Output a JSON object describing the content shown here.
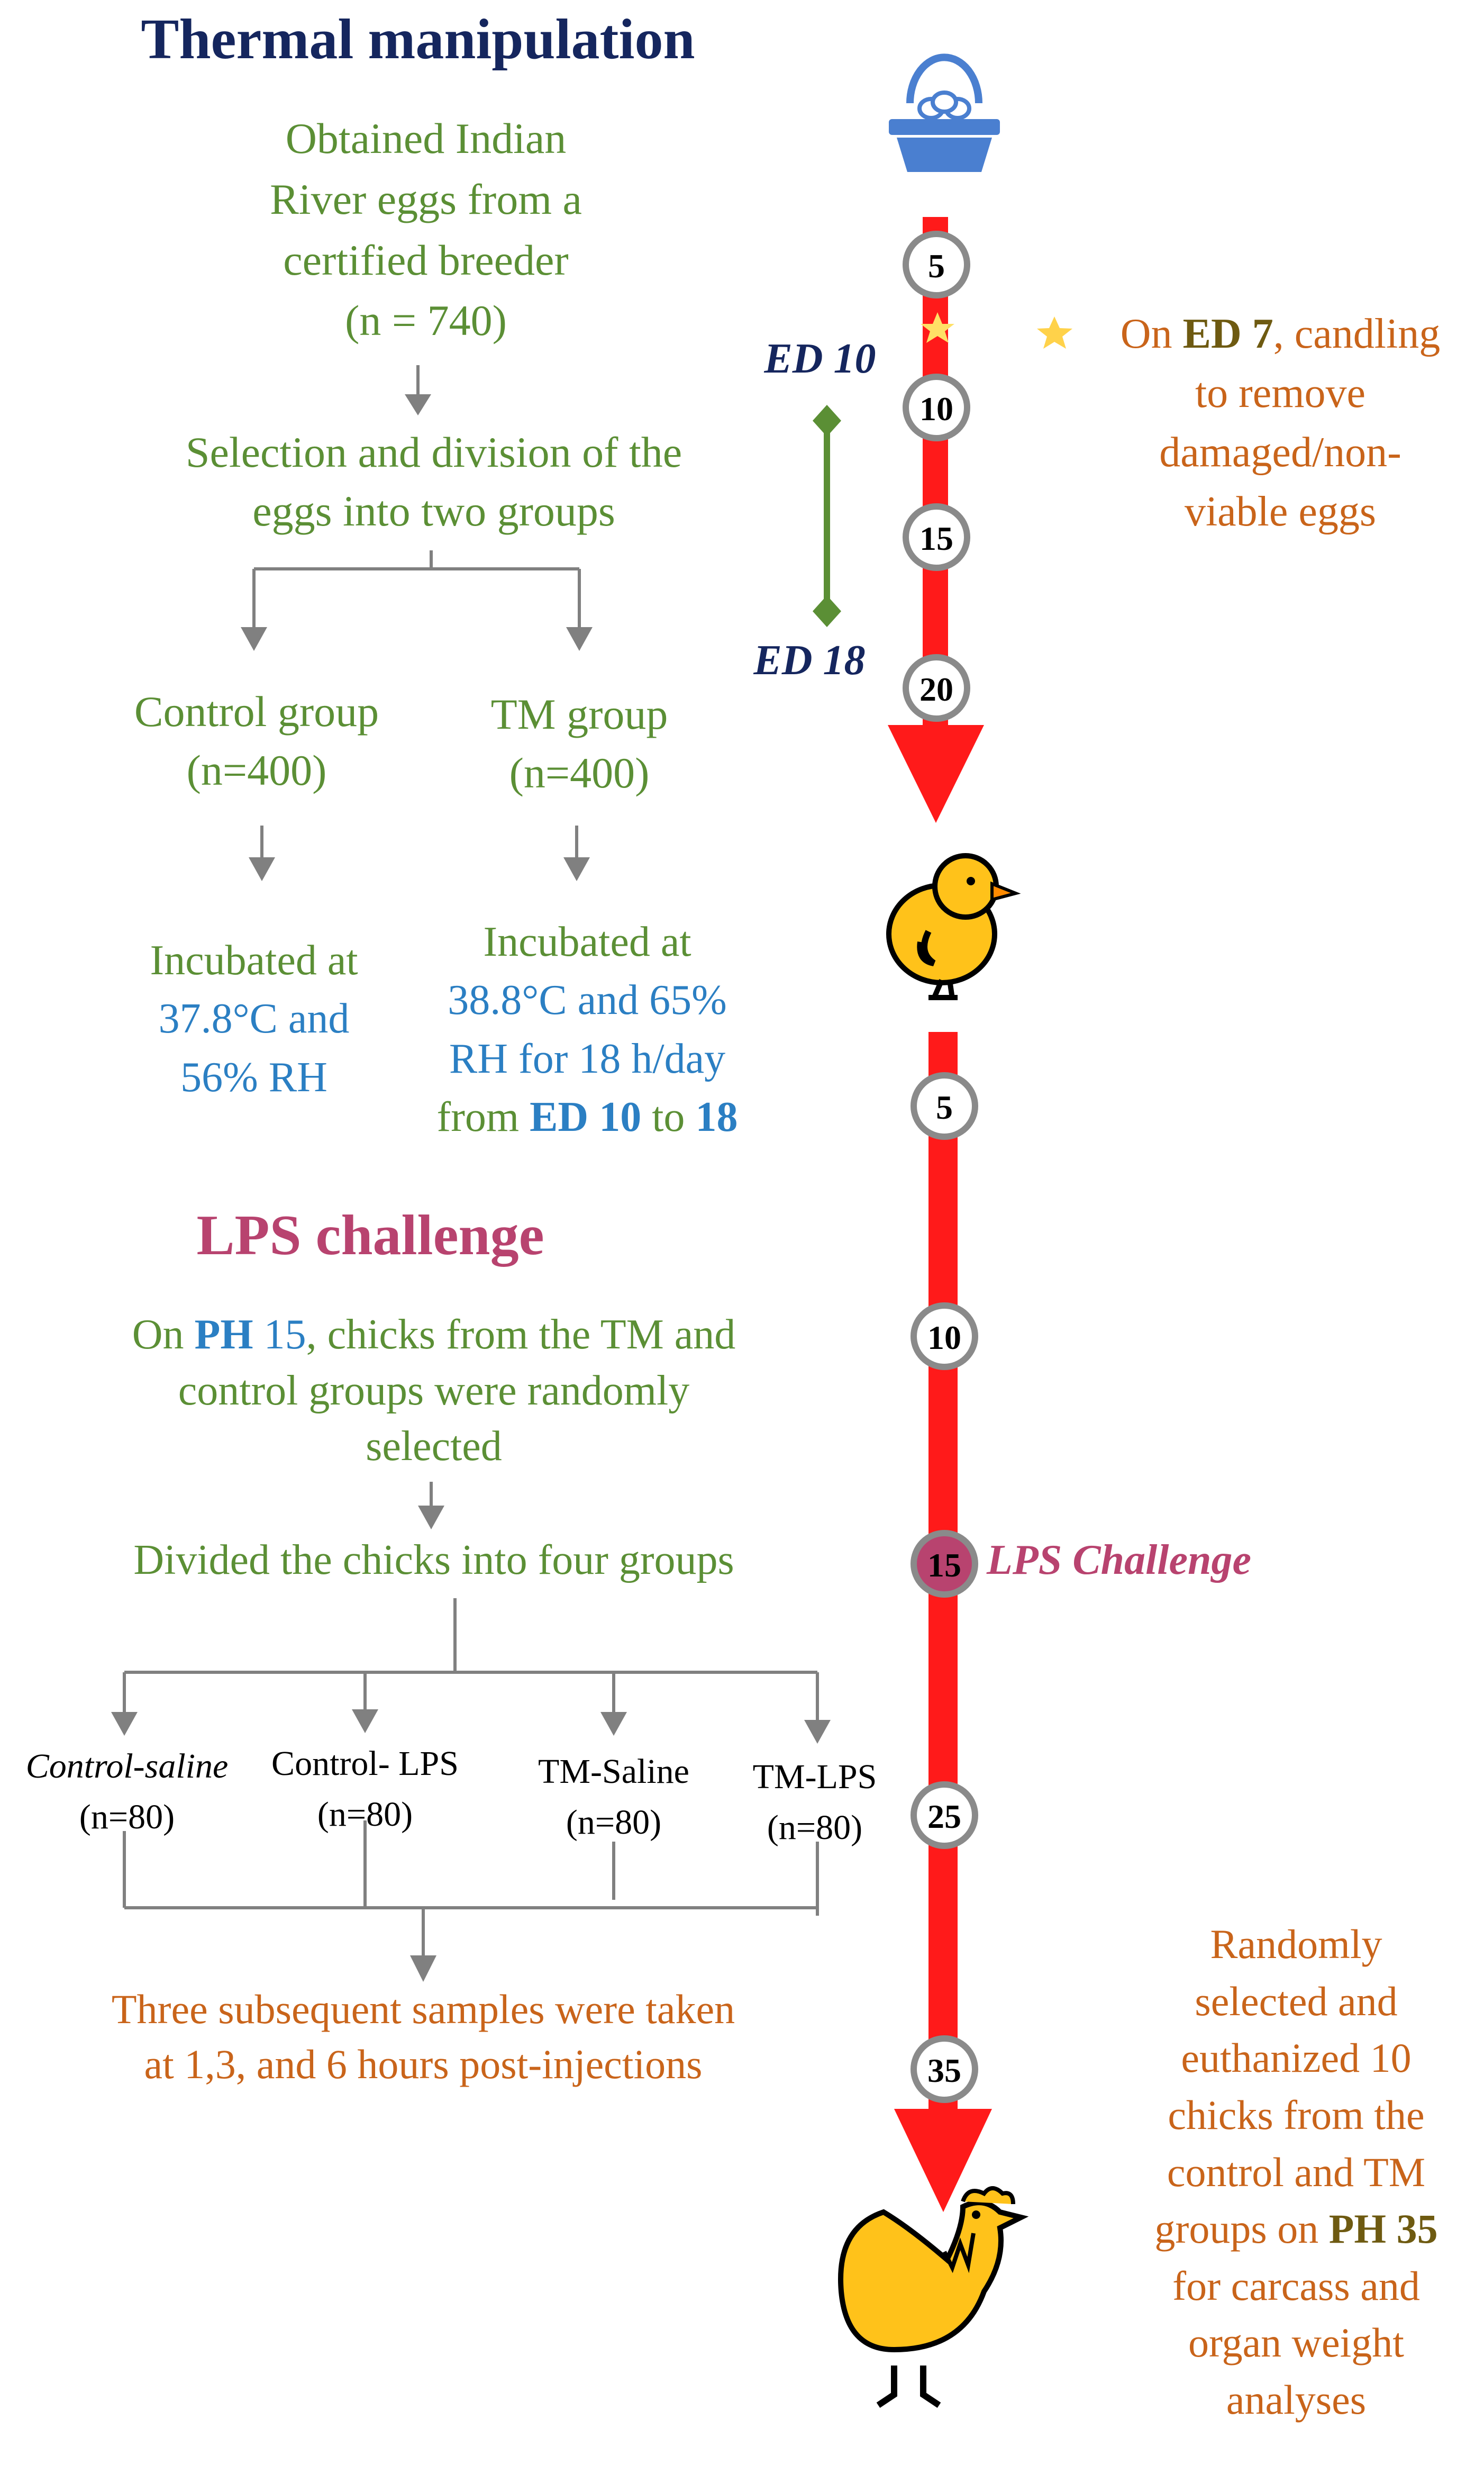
{
  "tm": {
    "title": "Thermal manipulation",
    "obtained": [
      "Obtained Indian",
      "River eggs from a",
      "certified breeder",
      "(n = 740)"
    ],
    "selection": [
      "Selection and division of the",
      "eggs into two groups"
    ],
    "control_group": [
      "Control group",
      "(n=400)"
    ],
    "tm_group": [
      "TM group",
      "(n=400)"
    ],
    "control_incub_1": "Incubated at",
    "control_incub_2": "37.8°C and",
    "control_incub_3": "56% RH",
    "tm_incub_1": "Incubated at",
    "tm_incub_2": "38.8°C and 65%",
    "tm_incub_3": "RH for 18 h/day",
    "tm_incub_4a": "from ",
    "tm_incub_4b": "ED 10",
    "tm_incub_4c": " to ",
    "tm_incub_4d": "18"
  },
  "lps": {
    "title": "LPS challenge",
    "line1a": "On ",
    "line1b": "PH",
    "line1c": " 15",
    "line1d": ", chicks from the TM and",
    "line2": "control groups were randomly",
    "line3": "selected",
    "divided": "Divided the chicks into four groups",
    "groups": [
      {
        "name": "Control-saline",
        "n": "(n=80)"
      },
      {
        "name": "Control- LPS",
        "n": "(n=80)"
      },
      {
        "name": "TM-Saline",
        "n": "(n=80)"
      },
      {
        "name": "TM-LPS",
        "n": "(n=80)"
      }
    ],
    "samples": [
      "Three subsequent samples were taken",
      "at 1,3, and 6 hours post-injections"
    ]
  },
  "timeline": {
    "embryo_days": [
      "5",
      "10",
      "15",
      "20"
    ],
    "ed10": "ED 10",
    "ed18": "ED 18",
    "candling_a": "On ",
    "candling_b": "ED 7",
    "candling_c": ", candling",
    "candling_2": "to remove",
    "candling_3": "damaged/non-",
    "candling_4": "viable eggs",
    "post_hatch_days": [
      "5",
      "10",
      "15",
      "25",
      "35"
    ],
    "lps_label": "LPS Challenge",
    "final_1": "Randomly",
    "final_2": "selected and",
    "final_3": "euthanized 10",
    "final_4": "chicks from the",
    "final_5": "control and TM",
    "final_6a": "groups on ",
    "final_6b": "PH 35",
    "final_7": "for carcass and",
    "final_8": "organ weight",
    "final_9": "analyses"
  },
  "colors": {
    "timeline": "#ff1a1a",
    "text_green": "#5b8f35",
    "text_blue": "#2b7fc3",
    "text_orange": "#c9641a",
    "heading_navy": "#15265e",
    "heading_pink": "#b8436f",
    "chick_yellow": "#ffc21a",
    "basket_blue": "#4a7fd0"
  }
}
